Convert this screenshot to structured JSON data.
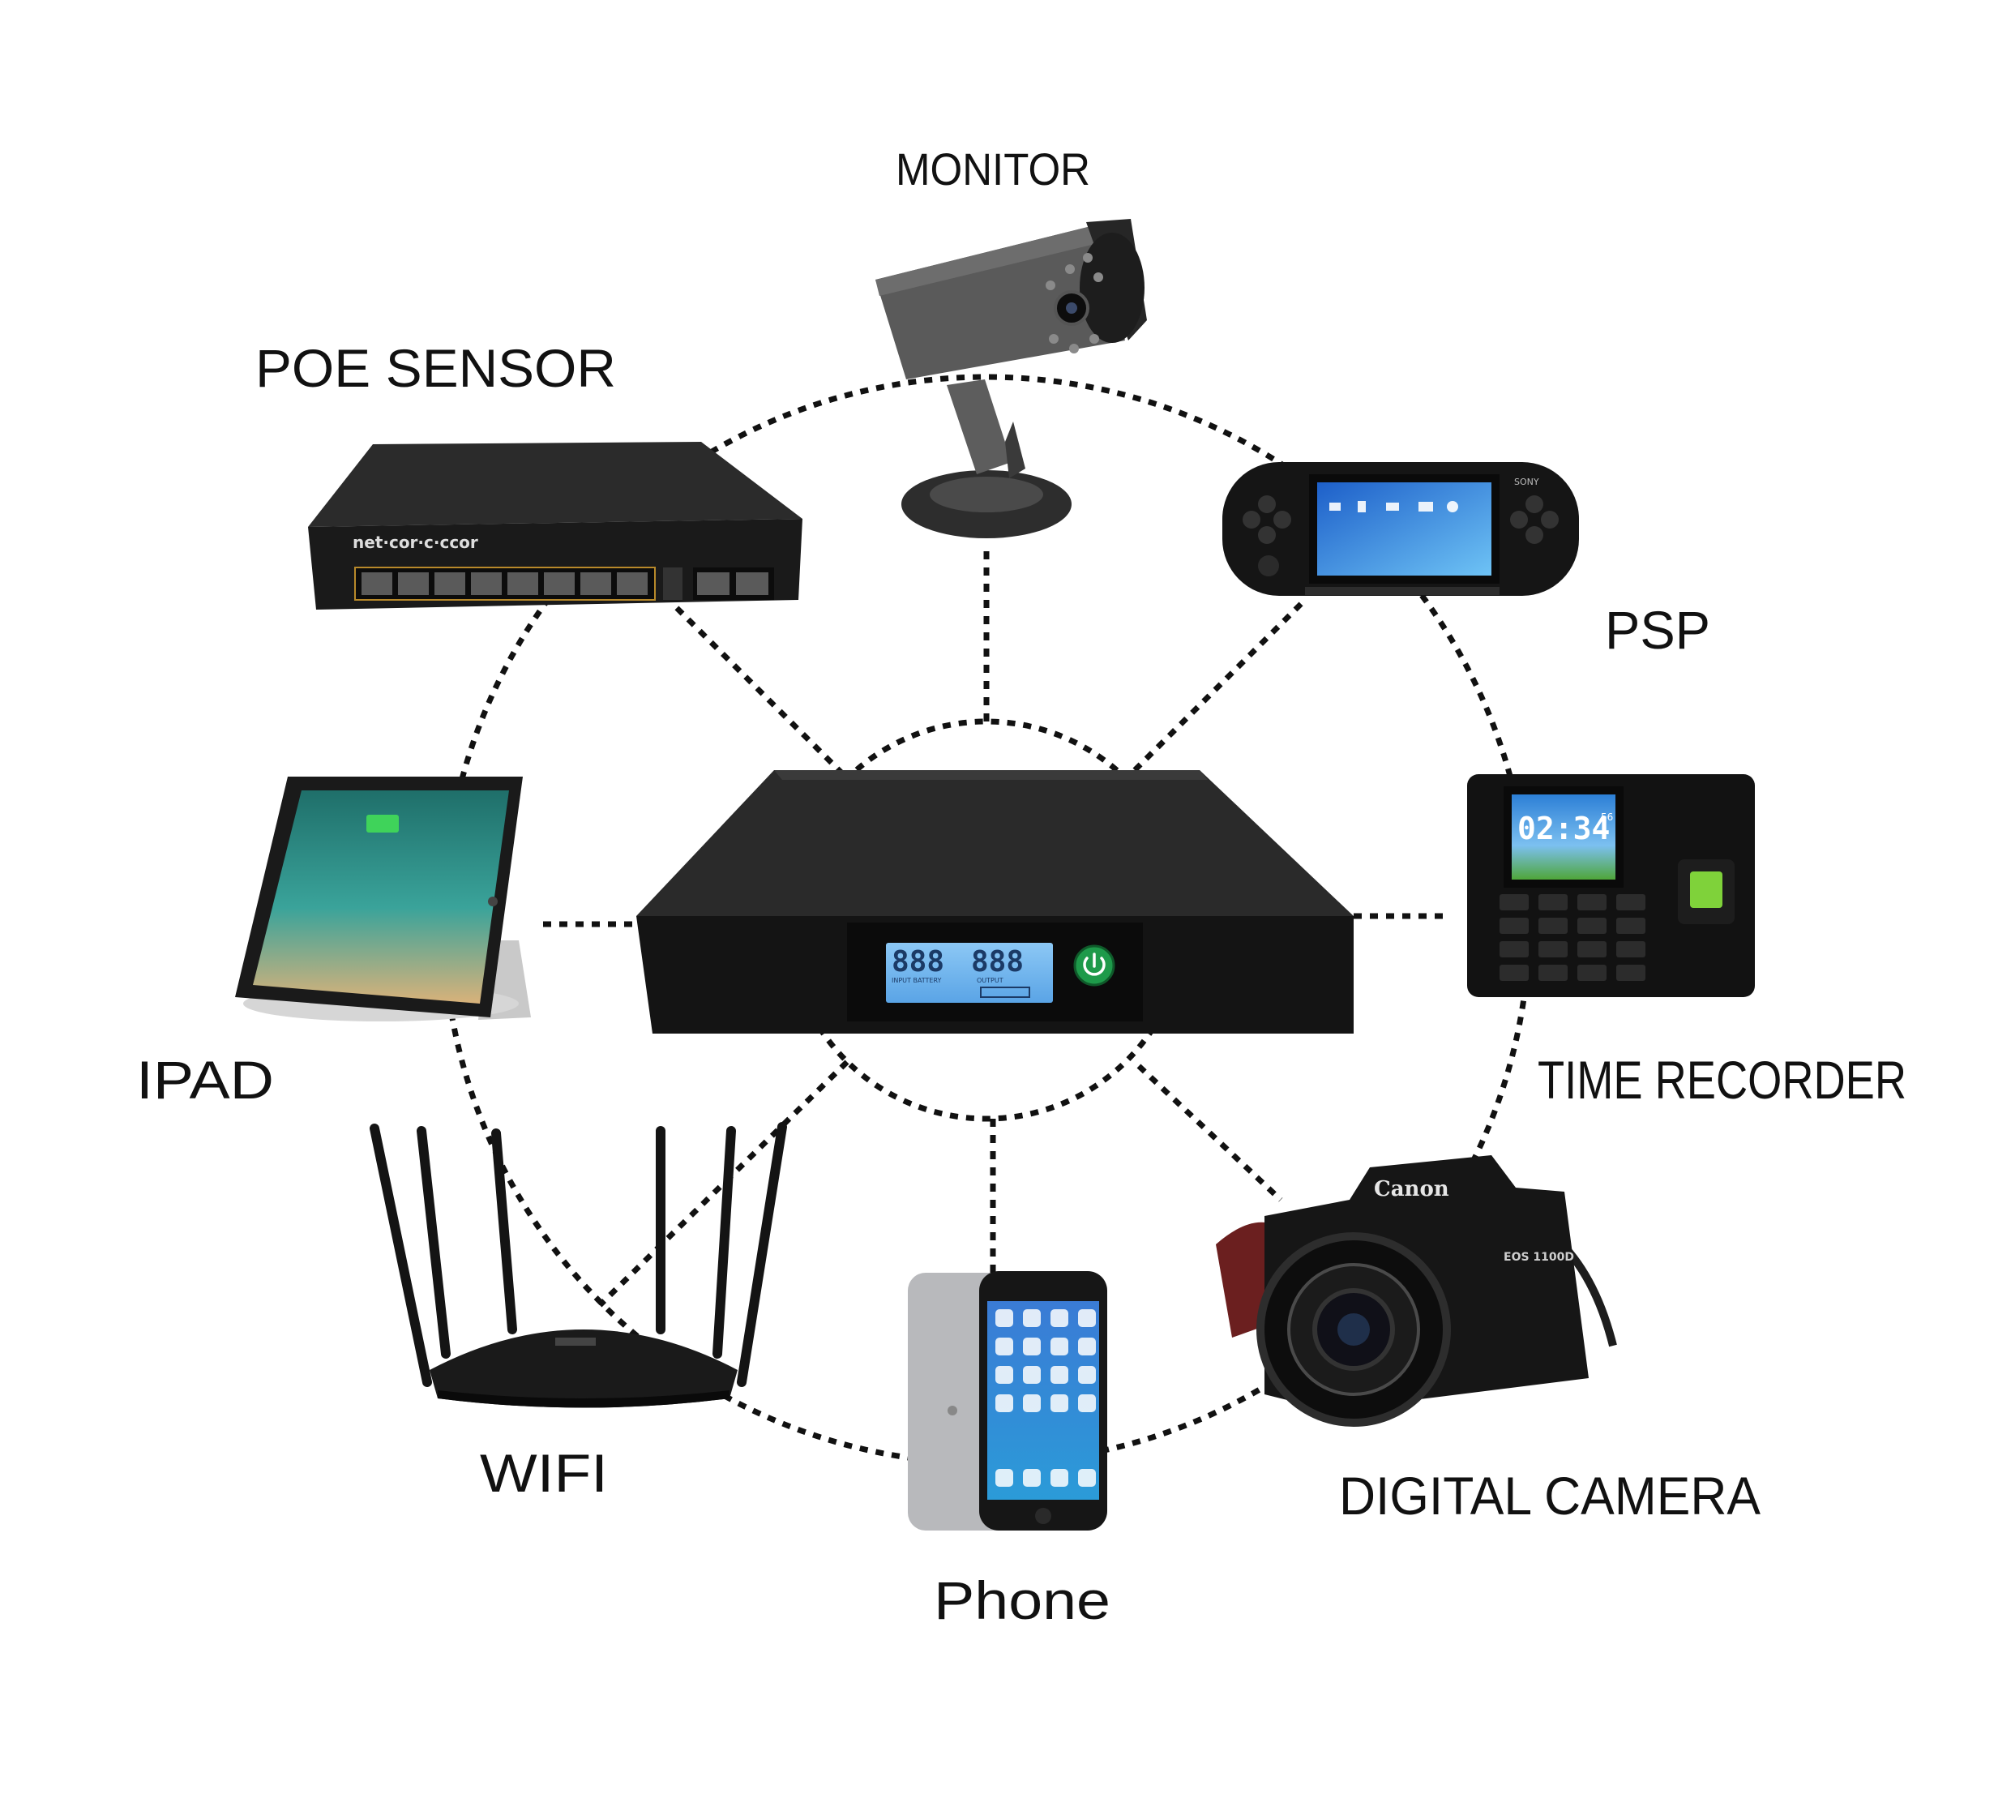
{
  "colors": {
    "background": "#ffffff",
    "connector": "#111111",
    "device_body": "#1c1c1c",
    "lcd": "#6fb4ee",
    "power_button": "#1e9a4a"
  },
  "labels": {
    "monitor": "MONITOR",
    "poe_sensor": "POE   SENSOR",
    "psp": "PSP",
    "ipad": "IPAD",
    "time_recorder": "TIME    RECORDER",
    "wifi": "WIFI",
    "digital_camera": "DIGITAL    CAMERA",
    "phone": "Phone"
  },
  "hub": {
    "lcd_left": "888",
    "lcd_right": "888",
    "lcd_caption_left": "INPUT BATTERY",
    "lcd_caption_right": "OUTPUT"
  },
  "devices": {
    "switch_brand": "net·cor·c·ccor",
    "clock_time": "02:34",
    "clock_seconds": "56",
    "camera_brand": "Canon",
    "camera_model": "EOS 1100D",
    "psp_brand": "SONY"
  },
  "icons": {
    "monitor": "cctv-camera-icon",
    "poe_sensor": "network-switch-icon",
    "psp": "handheld-console-icon",
    "ipad": "tablet-icon",
    "time_recorder": "fingerprint-clock-icon",
    "wifi": "router-icon",
    "digital_camera": "dslr-camera-icon",
    "phone": "smartphone-icon",
    "hub": "power-bank-icon"
  }
}
